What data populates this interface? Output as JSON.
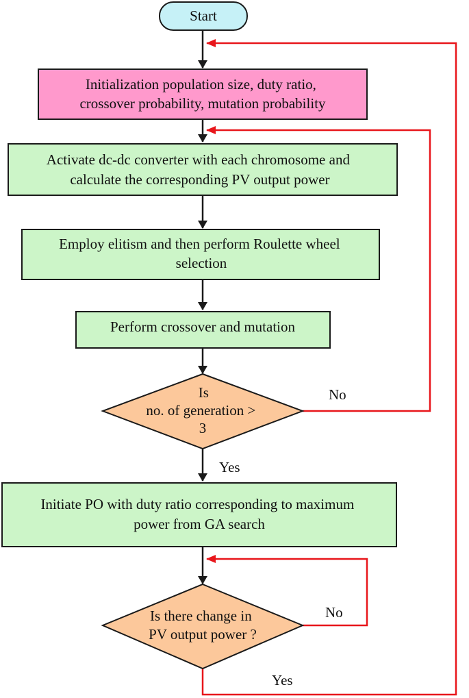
{
  "colors": {
    "start_fill": "#c6f1f7",
    "init_fill": "#ff99cc",
    "process_fill": "#ccf5c8",
    "decision_fill": "#fcc89b",
    "loop_arrow": "#e8161b",
    "flow_arrow": "#1a1a1a"
  },
  "nodes": {
    "start": {
      "lines": [
        "Start"
      ]
    },
    "init": {
      "lines": [
        "Initialization population size, duty ratio,",
        "crossover probability, mutation probability"
      ]
    },
    "activate": {
      "lines": [
        "Activate dc-dc converter with each chromosome and",
        "calculate the corresponding PV output power"
      ]
    },
    "elitism": {
      "lines": [
        "Employ elitism and then perform Roulette wheel",
        "selection"
      ]
    },
    "crossover": {
      "lines": [
        "Perform crossover and mutation"
      ]
    },
    "generation_check": {
      "lines": [
        "Is",
        "no. of generation >",
        "3"
      ]
    },
    "initiate_po": {
      "lines": [
        "Initiate PO with duty ratio corresponding to maximum",
        "power from GA search"
      ]
    },
    "power_check": {
      "lines": [
        "Is there change in",
        "PV output power ?"
      ]
    }
  },
  "edge_labels": {
    "gen_no": "No",
    "gen_yes": "Yes",
    "power_no": "No",
    "power_yes": "Yes"
  }
}
